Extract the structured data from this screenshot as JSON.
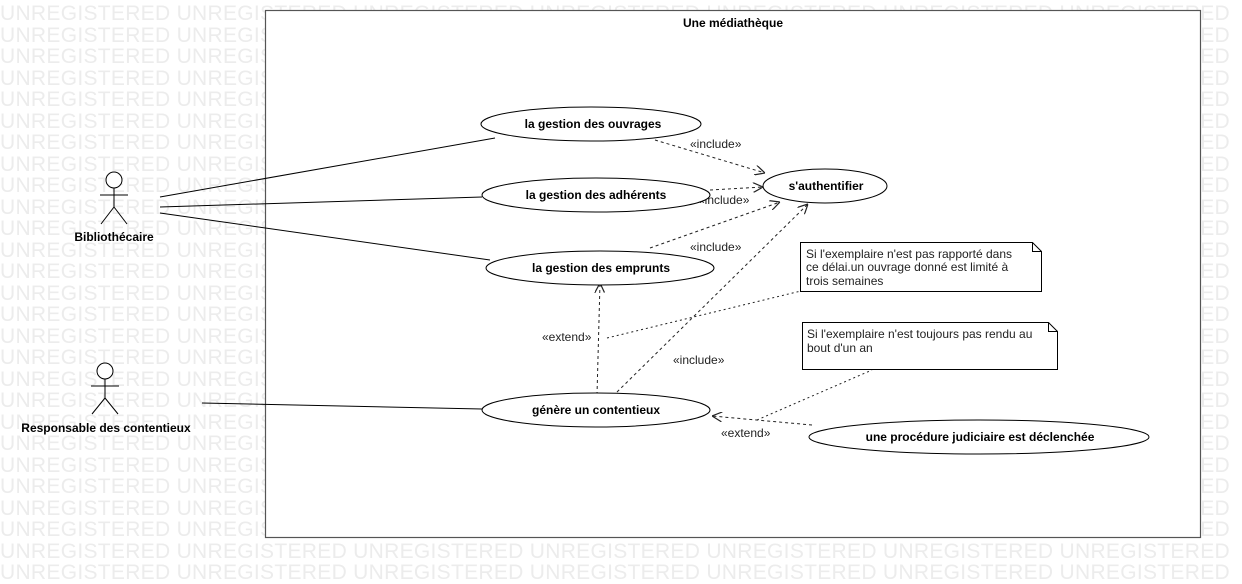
{
  "watermark_text": "UNREGISTERED UNREGISTERED UNREGISTERED UNREGISTERED UNREGISTERED UNREGISTERED UNREGISTERED",
  "system": {
    "title": "Une médiathèque"
  },
  "actors": {
    "bibliothecaire": "Bibliothécaire",
    "responsable": "Responsable des contentieux"
  },
  "use_cases": {
    "ouvrages": "la gestion des ouvrages",
    "adherents": "la gestion des adhérents",
    "emprunts": "la gestion des emprunts",
    "authentifier": "s'authentifier",
    "contentieux": "génère un  contentieux",
    "judiciaire": "une procédure  judiciaire est déclenchée"
  },
  "stereotypes": {
    "include_ouvrages": "«include»",
    "include_adherents": "«include»",
    "include_emprunts": "«include»",
    "include_contentieux": "«include»",
    "extend_emprunts": "«extend»",
    "extend_judiciaire": "«extend»"
  },
  "notes": {
    "note1": {
      "line1": "Si l'exemplaire n'est pas rapporté dans",
      "line2": "ce délai.un ouvrage donné est limité à",
      "line3": "trois semaines"
    },
    "note2": {
      "line1": "Si l'exemplaire n'est toujours pas rendu au",
      "line2": "bout d'un an"
    }
  }
}
